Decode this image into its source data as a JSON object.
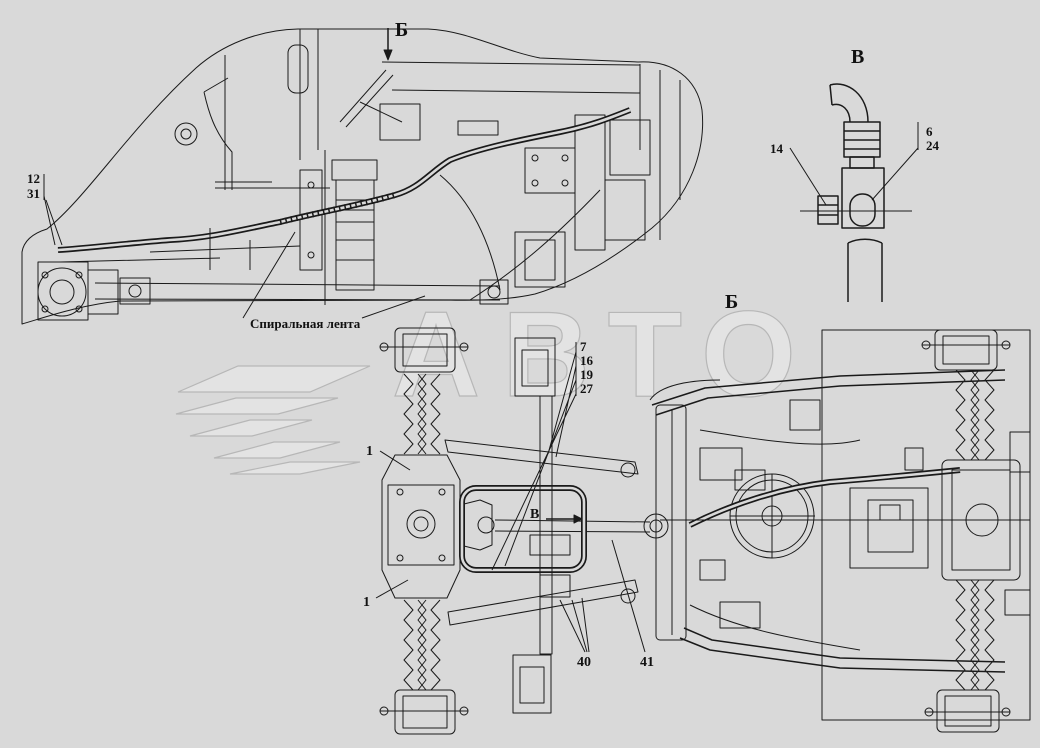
{
  "drawing": {
    "labels": {
      "view_b_top": "Б",
      "view_v_inset": "В",
      "callout_12": "12",
      "callout_31": "31",
      "callout_14": "14",
      "callout_6": "6",
      "callout_24": "24",
      "spiral_tape": "Спиральная лента",
      "view_b_main": "Б",
      "callout_7": "7",
      "callout_16": "16",
      "callout_19": "19",
      "callout_27": "27",
      "callout_1_upper": "1",
      "view_v_arrow": "В",
      "callout_1_lower": "1",
      "callout_40": "40",
      "callout_41": "41"
    },
    "watermark": {
      "text": "АВТО"
    }
  },
  "colors": {
    "background": "#d9d9d9",
    "line": "#1a1a1a",
    "watermark_fill": "#e3e3e3",
    "watermark_stroke": "#b7b7b7"
  }
}
